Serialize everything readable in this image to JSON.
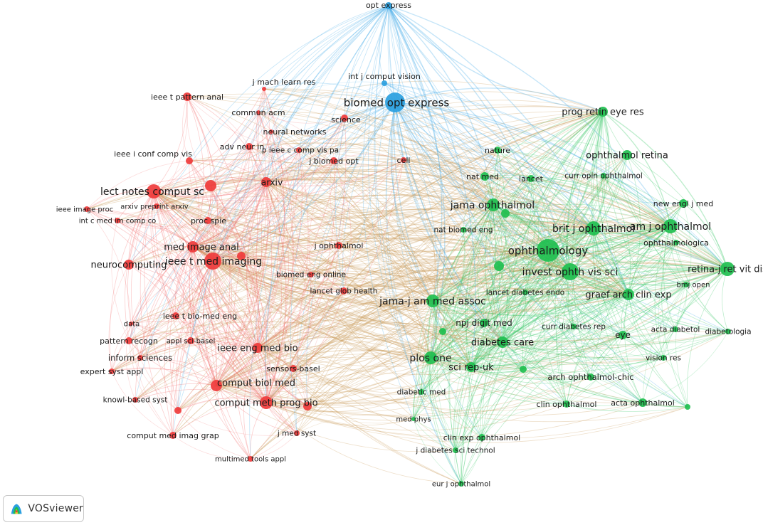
{
  "app": {
    "brand": "VOSviewer"
  },
  "colors": {
    "red": "#ef3b3b",
    "green": "#1fbf4f",
    "blue": "#2a9fe0",
    "edge_red": "#f26b6b",
    "edge_green": "#38c866",
    "edge_blue": "#4aaee8",
    "edge_mix": "#c99a5a"
  },
  "nodes": [
    {
      "id": "opt express",
      "label": "opt express",
      "c": "blue",
      "s": 5
    },
    {
      "id": "biomed opt express",
      "label": "biomed opt express",
      "c": "blue",
      "s": 14
    },
    {
      "id": "int j comput vision",
      "label": "int j comput vision",
      "c": "blue",
      "s": 4
    },
    {
      "id": "j mach learn res",
      "label": "j mach learn res",
      "c": "red",
      "s": 3
    },
    {
      "id": "ieee t pattern anal",
      "label": "ieee t pattern anal",
      "c": "red",
      "s": 6
    },
    {
      "id": "commun acm",
      "label": "commun acm",
      "c": "red",
      "s": 3
    },
    {
      "id": "science",
      "label": "science",
      "c": "red",
      "s": 5
    },
    {
      "id": "neural networks",
      "label": "neural networks",
      "c": "red",
      "s": 3
    },
    {
      "id": "adv neur in",
      "label": "adv neur in",
      "c": "red",
      "s": 5
    },
    {
      "id": "p ieee c comp vis pa",
      "label": "p ieee c comp vis pa",
      "c": "red",
      "s": 4
    },
    {
      "id": "ieee i conf comp vis",
      "label": "ieee i conf comp vis",
      "c": "red",
      "s": 5
    },
    {
      "id": "j biomed opt",
      "label": "j biomed opt",
      "c": "red",
      "s": 5
    },
    {
      "id": "cell",
      "label": "cell",
      "c": "red",
      "s": 4
    },
    {
      "id": "arxiv",
      "label": "arxiv",
      "c": "red",
      "s": 7
    },
    {
      "id": "lect notes comput sc",
      "label": "lect notes comput sc",
      "c": "red",
      "s": 10
    },
    {
      "id": "ieee image proc",
      "label": "ieee image proc",
      "c": "red",
      "s": 4
    },
    {
      "id": "arxiv preprint arxiv",
      "label": "arxiv preprint arxiv",
      "c": "red",
      "s": 4
    },
    {
      "id": "int c med im comp co",
      "label": "int c med im comp co",
      "c": "red",
      "s": 4
    },
    {
      "id": "proc spie",
      "label": "proc spie",
      "c": "red",
      "s": 5
    },
    {
      "id": "med image anal",
      "label": "med image anal",
      "c": "red",
      "s": 8
    },
    {
      "id": "ieee t med imaging",
      "label": "ieee t med imaging",
      "c": "red",
      "s": 12
    },
    {
      "id": "neurocomputing",
      "label": "neurocomputing",
      "c": "red",
      "s": 7
    },
    {
      "id": "j ophthalmol",
      "label": "j ophthalmol",
      "c": "red",
      "s": 5
    },
    {
      "id": "biomed eng online",
      "label": "biomed eng online",
      "c": "red",
      "s": 4
    },
    {
      "id": "lancet glob health",
      "label": "lancet glob health",
      "c": "red",
      "s": 5
    },
    {
      "id": "data",
      "label": "data",
      "c": "red",
      "s": 3
    },
    {
      "id": "ieee t bio-med eng",
      "label": "ieee t bio-med eng",
      "c": "red",
      "s": 5
    },
    {
      "id": "pattern recogn",
      "label": "pattern recogn",
      "c": "red",
      "s": 5
    },
    {
      "id": "appl sci-basel",
      "label": "appl sci-basel",
      "c": "red",
      "s": 5
    },
    {
      "id": "inform sciences",
      "label": "inform sciences",
      "c": "red",
      "s": 4
    },
    {
      "id": "ieee eng med bio",
      "label": "ieee eng med bio",
      "c": "red",
      "s": 7
    },
    {
      "id": "expert syst appl",
      "label": "expert syst appl",
      "c": "red",
      "s": 4
    },
    {
      "id": "sensors-basel",
      "label": "sensors-basel",
      "c": "red",
      "s": 5
    },
    {
      "id": "comput biol med",
      "label": "comput biol med",
      "c": "red",
      "s": 8
    },
    {
      "id": "knowl-based syst",
      "label": "knowl-based syst",
      "c": "red",
      "s": 4
    },
    {
      "id": "comput meth prog bio",
      "label": "comput meth prog bio",
      "c": "red",
      "s": 9
    },
    {
      "id": "comput med imag grap",
      "label": "comput med imag grap",
      "c": "red",
      "s": 5
    },
    {
      "id": "j med syst",
      "label": "j med syst",
      "c": "red",
      "s": 4
    },
    {
      "id": "multimed tools appl",
      "label": "multimed tools appl",
      "c": "red",
      "s": 4
    },
    {
      "id": "prog retin eye res",
      "label": "prog retin eye res",
      "c": "green",
      "s": 7
    },
    {
      "id": "nature",
      "label": "nature",
      "c": "green",
      "s": 5
    },
    {
      "id": "ophthalmol retina",
      "label": "ophthalmol retina",
      "c": "green",
      "s": 7
    },
    {
      "id": "nat med",
      "label": "nat med",
      "c": "green",
      "s": 6
    },
    {
      "id": "lancet",
      "label": "lancet",
      "c": "green",
      "s": 5
    },
    {
      "id": "curr opin ophthalmol",
      "label": "curr opin ophthalmol",
      "c": "green",
      "s": 4
    },
    {
      "id": "jama ophthalmol",
      "label": "jama ophthalmol",
      "c": "green",
      "s": 9
    },
    {
      "id": "new engl j med",
      "label": "new engl j med",
      "c": "green",
      "s": 6
    },
    {
      "id": "nat biomed eng",
      "label": "nat biomed eng",
      "c": "green",
      "s": 4
    },
    {
      "id": "brit j ophthalmol",
      "label": "brit j ophthalmol",
      "c": "green",
      "s": 10
    },
    {
      "id": "am j ophthalmol",
      "label": "am j ophthalmol",
      "c": "green",
      "s": 10
    },
    {
      "id": "ophthalmologica",
      "label": "ophthalmologica",
      "c": "green",
      "s": 4
    },
    {
      "id": "ophthalmology",
      "label": "ophthalmology",
      "c": "green",
      "s": 16
    },
    {
      "id": "invest ophth vis sci",
      "label": "invest ophth vis sci",
      "c": "green",
      "s": 12
    },
    {
      "id": "retina-j ret vit dis",
      "label": "retina-j ret vit dis",
      "c": "green",
      "s": 10
    },
    {
      "id": "bmj open",
      "label": "bmj open",
      "c": "green",
      "s": 4
    },
    {
      "id": "lancet diabetes endo",
      "label": "lancet diabetes endo",
      "c": "green",
      "s": 4
    },
    {
      "id": "graef arch clin exp",
      "label": "graef arch clin exp",
      "c": "green",
      "s": 8
    },
    {
      "id": "jama-j am med assoc",
      "label": "jama-j am med assoc",
      "c": "green",
      "s": 9
    },
    {
      "id": "npj digit med",
      "label": "npj digit med",
      "c": "green",
      "s": 6
    },
    {
      "id": "curr diabetes rep",
      "label": "curr diabetes rep",
      "c": "green",
      "s": 4
    },
    {
      "id": "acta diabetol",
      "label": "acta diabetol",
      "c": "green",
      "s": 4
    },
    {
      "id": "diabetologia",
      "label": "diabetologia",
      "c": "green",
      "s": 4
    },
    {
      "id": "eye",
      "label": "eye",
      "c": "green",
      "s": 6
    },
    {
      "id": "diabetes care",
      "label": "diabetes care",
      "c": "green",
      "s": 8
    },
    {
      "id": "plos one",
      "label": "plos one",
      "c": "green",
      "s": 9
    },
    {
      "id": "vision res",
      "label": "vision res",
      "c": "green",
      "s": 4
    },
    {
      "id": "sci rep-uk",
      "label": "sci rep-uk",
      "c": "green",
      "s": 7
    },
    {
      "id": "arch ophthalmol-chic",
      "label": "arch ophthalmol-chic",
      "c": "green",
      "s": 5
    },
    {
      "id": "diabetic med",
      "label": "diabetic med",
      "c": "green",
      "s": 4
    },
    {
      "id": "clin ophthalmol",
      "label": "clin ophthalmol",
      "c": "green",
      "s": 5
    },
    {
      "id": "acta ophthalmol",
      "label": "acta ophthalmol",
      "c": "green",
      "s": 6
    },
    {
      "id": "med phys",
      "label": "med phys",
      "c": "green",
      "s": 3
    },
    {
      "id": "clin exp ophthalmol",
      "label": "clin exp ophthalmol",
      "c": "green",
      "s": 5
    },
    {
      "id": "j diabetes sci technol",
      "label": "j diabetes sci technol",
      "c": "green",
      "s": 4
    },
    {
      "id": "eur j ophthalmol",
      "label": "eur j ophthalmol",
      "c": "green",
      "s": 4
    },
    {
      "id": "g1",
      "label": "",
      "c": "red",
      "s": 8
    },
    {
      "id": "g2",
      "label": "",
      "c": "red",
      "s": 6
    },
    {
      "id": "g3",
      "label": "",
      "c": "green",
      "s": 7
    },
    {
      "id": "g4",
      "label": "",
      "c": "green",
      "s": 6
    },
    {
      "id": "g5",
      "label": "",
      "c": "green",
      "s": 5
    },
    {
      "id": "g6",
      "label": "",
      "c": "red",
      "s": 6
    },
    {
      "id": "g7",
      "label": "",
      "c": "green",
      "s": 5
    },
    {
      "id": "g8",
      "label": "",
      "c": "red",
      "s": 5
    },
    {
      "id": "g9",
      "label": "",
      "c": "green",
      "s": 4
    }
  ]
}
